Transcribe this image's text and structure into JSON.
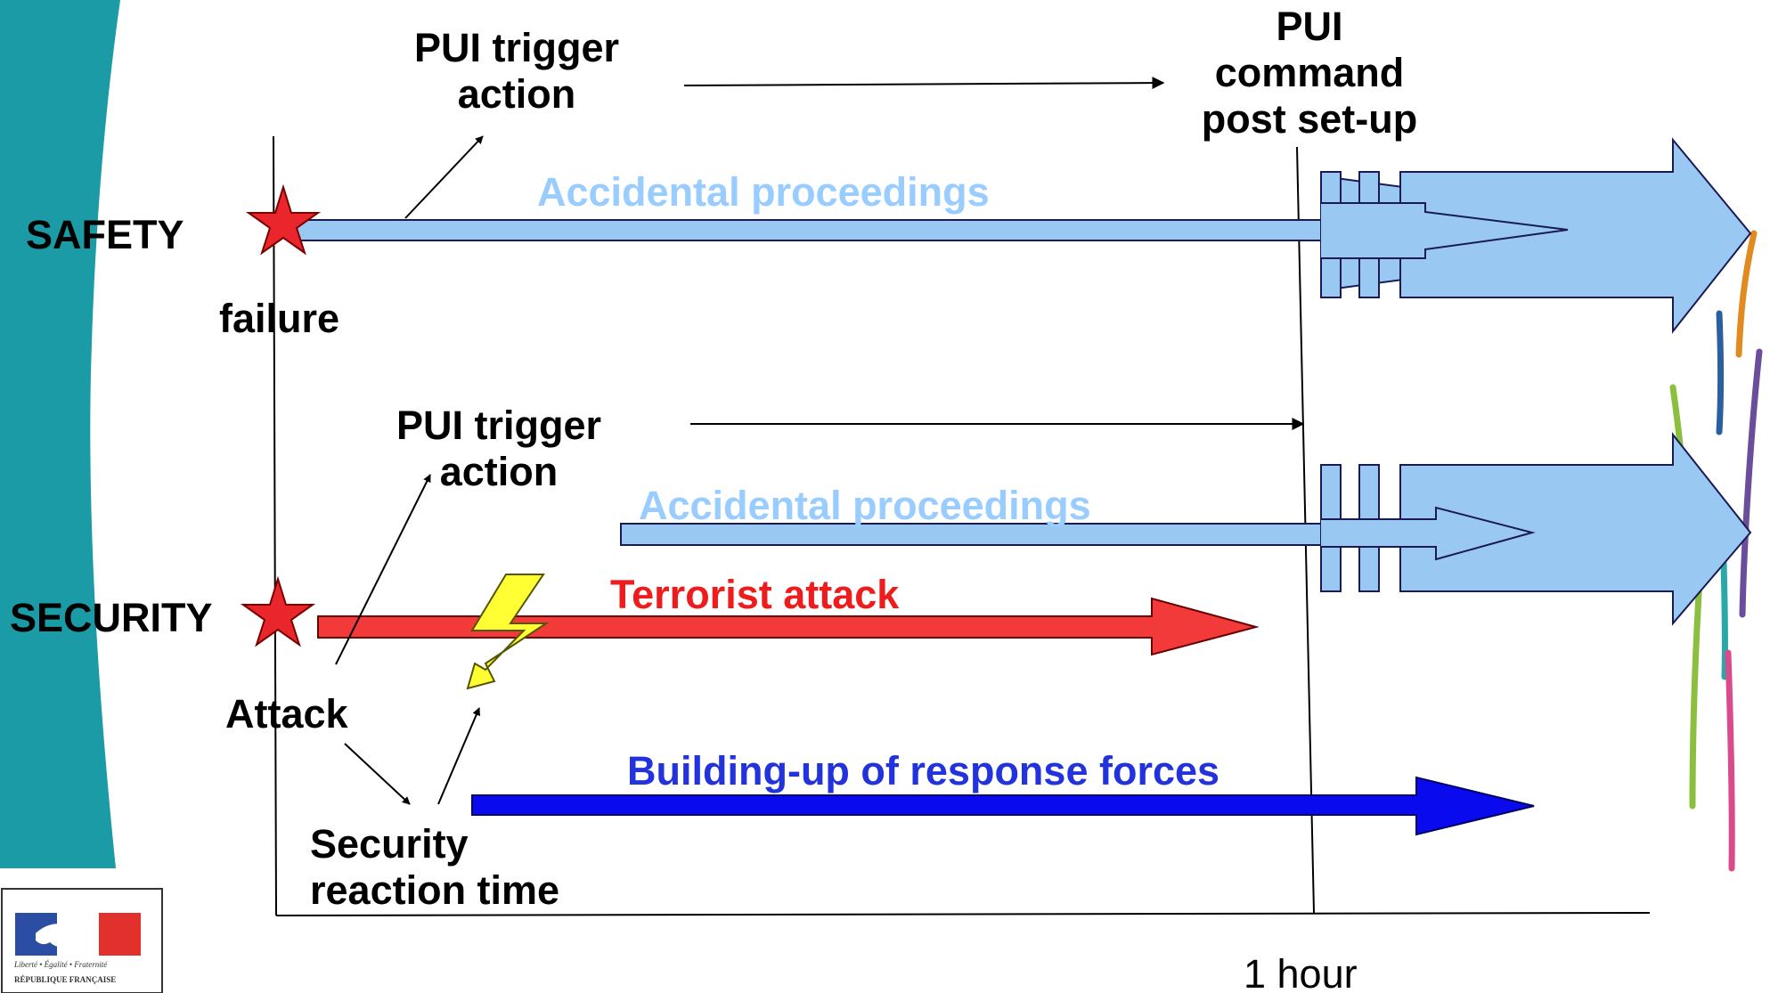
{
  "rows": {
    "safety": "SAFETY",
    "security": "SECURITY"
  },
  "events": {
    "failure": "failure",
    "attack": "Attack"
  },
  "safety_row": {
    "trigger_line1": "PUI trigger",
    "trigger_line2": "action",
    "command_line1": "PUI",
    "command_line2": "command",
    "command_line3": "post set-up",
    "proceedings": "Accidental proceedings"
  },
  "security_row": {
    "trigger_line1": "PUI trigger",
    "trigger_line2": "action",
    "proceedings": "Accidental proceedings",
    "terrorist": "Terrorist attack",
    "response": "Building-up of response forces",
    "reaction_line1": "Security",
    "reaction_line2": "reaction time"
  },
  "time_axis": {
    "marker": "1 hour"
  },
  "logo": {
    "motto": "Liberté • Égalité • Fraternité",
    "country": "RÉPUBLIQUE FRANÇAISE"
  },
  "colors": {
    "teal_band": "#1a9ba6",
    "light_blue": "#99c9f2",
    "red": "#f23a3a",
    "blue": "#0a0aee",
    "lightning": "#ffff33",
    "star": "#e8262c",
    "light_blue_text": "#99ccff",
    "red_text": "#ee1c1c",
    "blue_text": "#2233dd"
  }
}
